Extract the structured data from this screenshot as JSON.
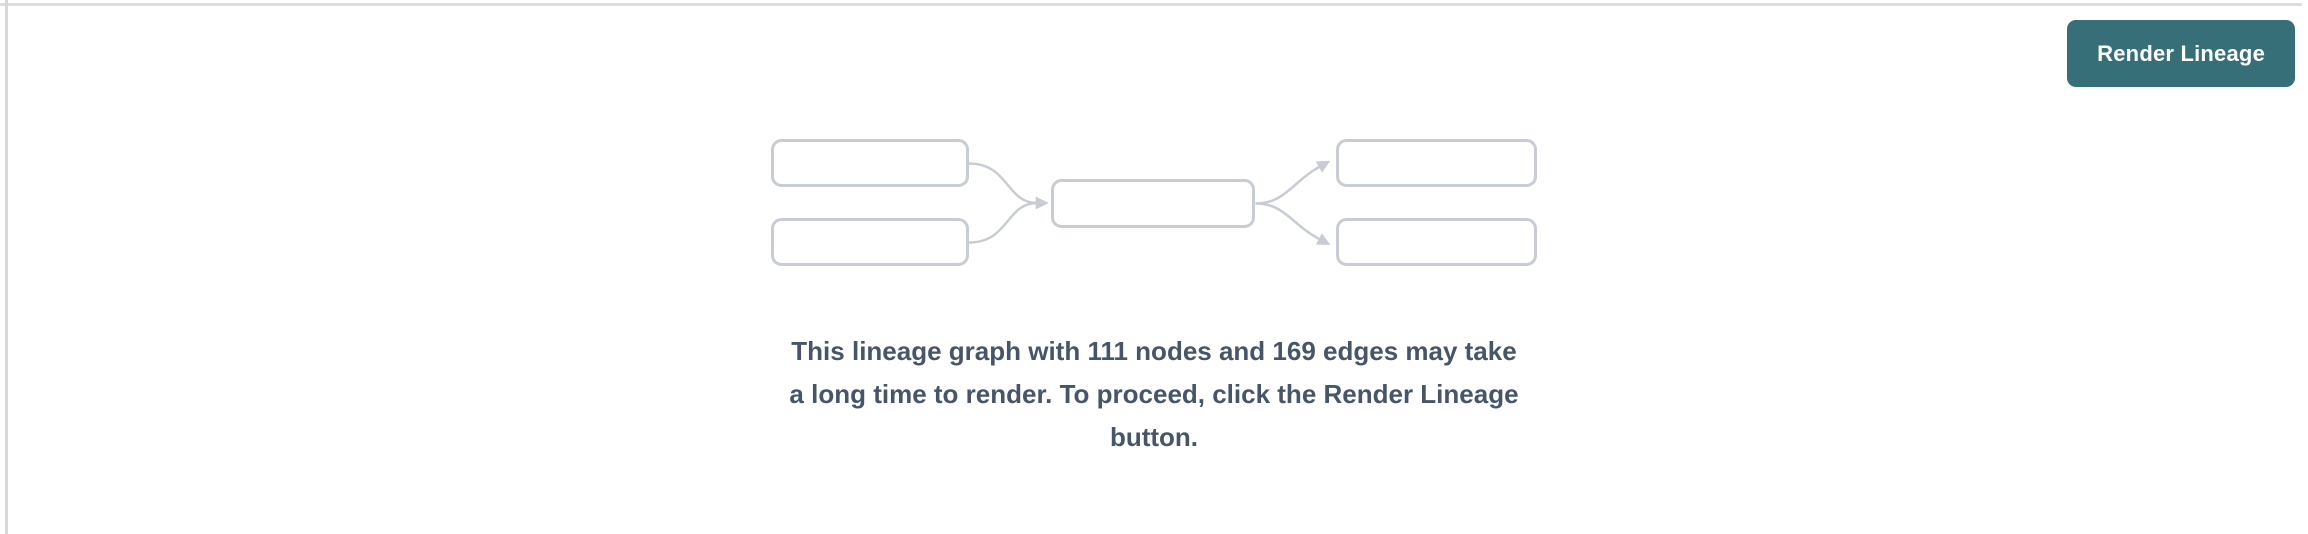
{
  "panel": {
    "background_color": "#ffffff",
    "top_border_color": "#dcdce1",
    "left_border_color": "#d8d8dc"
  },
  "toolbar": {
    "render_button_label": "Render Lineage",
    "render_button_color": "#366F78",
    "render_button_text_color": "#ffffff"
  },
  "message": {
    "full_text": "This lineage graph with 111 nodes and 169 edges may take a long time to render. To proceed, click the Render Lineage button.",
    "lines": [
      "This lineage graph with 111 nodes and 169 edges may take",
      "a long time to render. To proceed, click the Render Lineage",
      "button."
    ],
    "node_count": "111",
    "edge_count": "169",
    "text_color": "#475569"
  },
  "illustration": {
    "name": "placeholder-lineage-graph",
    "node_fill_color": "#ffffff",
    "node_border_color": "#c8cdd5",
    "edge_color": "#c8cdd5",
    "left_node_count": "2",
    "middle_node_count": "1",
    "right_node_count": "2"
  }
}
